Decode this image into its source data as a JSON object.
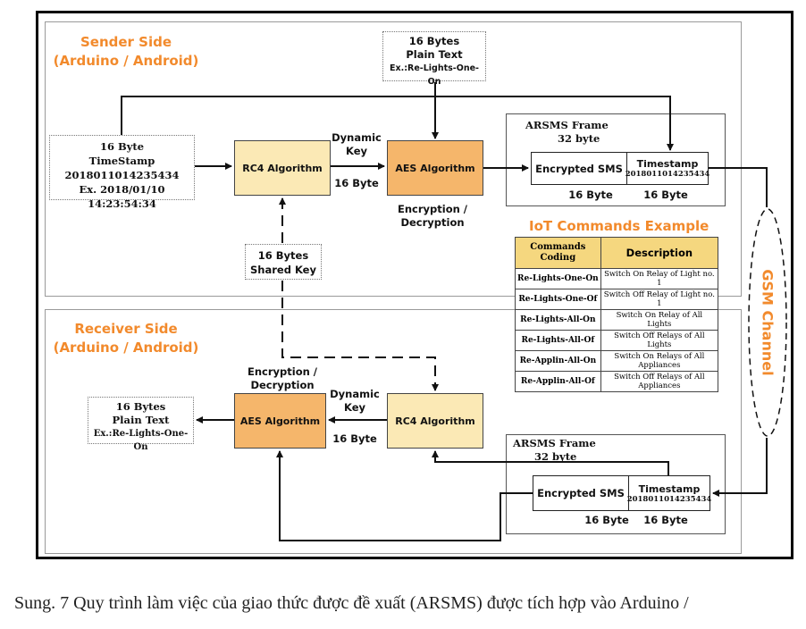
{
  "sender": {
    "title_line1": "Sender Side",
    "title_line2": "(Arduino / Android)"
  },
  "receiver": {
    "title_line1": "Receiver Side",
    "title_line2": "(Arduino / Android)"
  },
  "plain_text_top": {
    "line1": "16 Bytes",
    "line2": "Plain Text",
    "line3": "Ex.:Re-Lights-One-On"
  },
  "timestamp_box": {
    "line1": "16 Byte",
    "line2": "TimeStamp",
    "line3": "2018011014235434",
    "line4": "Ex. 2018/01/10 14:23:54:34"
  },
  "rc4_label": "RC4 Algorithm",
  "aes_label": "AES Algorithm",
  "dynamic_key": {
    "line1": "Dynamic",
    "line2": "Key"
  },
  "sixteen_byte": "16 Byte",
  "enc_dec": {
    "line1": "Encryption /",
    "line2": "Decryption"
  },
  "shared_key": {
    "line1": "16 Bytes",
    "line2": "Shared Key"
  },
  "arsms_frame": {
    "title": "ARSMS Frame",
    "size": "32 byte",
    "encrypted": "Encrypted SMS",
    "timestamp_title": "Timestamp",
    "timestamp_value": "2018011014235434",
    "enc_size": "16 Byte",
    "ts_size": "16 Byte"
  },
  "iot": {
    "title": "IoT Commands Example",
    "header_code": "Commands Coding",
    "header_desc": "Description",
    "rows": [
      {
        "code": "Re-Lights-One-On",
        "desc": "Switch On Relay of Light no. 1"
      },
      {
        "code": "Re-Lights-One-Of",
        "desc": "Switch Off Relay of  Light no. 1"
      },
      {
        "code": "Re-Lights-All-On",
        "desc": "Switch On Relay of All Lights"
      },
      {
        "code": "Re-Lights-All-Of",
        "desc": "Switch Off  Relays of All Lights"
      },
      {
        "code": "Re-Applin-All-On",
        "desc": "Switch On  Relays of All Appliances"
      },
      {
        "code": "Re-Applin-All-Of",
        "desc": "Switch Off Relays of All Appliances"
      }
    ]
  },
  "gsm_label": "GSM Channel",
  "plain_text_bottom": {
    "line1": "16 Bytes",
    "line2": "Plain Text",
    "line3": "Ex.:Re-Lights-One-On"
  },
  "caption": "Sung. 7 Quy trình làm việc của giao thức được đề xuất (ARSMS) được tích hợp vào Arduino /",
  "colors": {
    "accent": "#f28a2c",
    "rc4_fill": "#fbe9b5",
    "aes_fill": "#f5b66b",
    "table_header": "#f5d77f"
  }
}
